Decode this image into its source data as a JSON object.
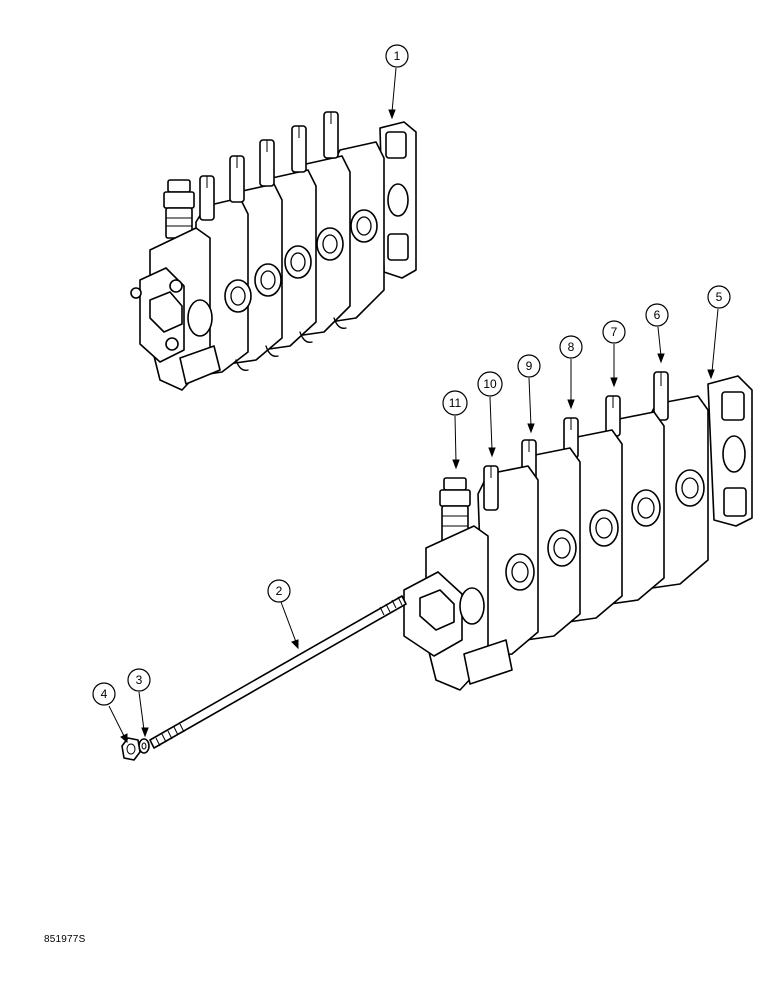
{
  "figure_number": "851977S",
  "callouts": [
    {
      "id": "c1",
      "label": "1"
    },
    {
      "id": "c2",
      "label": "2"
    },
    {
      "id": "c3",
      "label": "3"
    },
    {
      "id": "c4",
      "label": "4"
    },
    {
      "id": "c5",
      "label": "5"
    },
    {
      "id": "c6",
      "label": "6"
    },
    {
      "id": "c7",
      "label": "7"
    },
    {
      "id": "c8",
      "label": "8"
    },
    {
      "id": "c9",
      "label": "9"
    },
    {
      "id": "c10",
      "label": "10"
    },
    {
      "id": "c11",
      "label": "11"
    }
  ]
}
